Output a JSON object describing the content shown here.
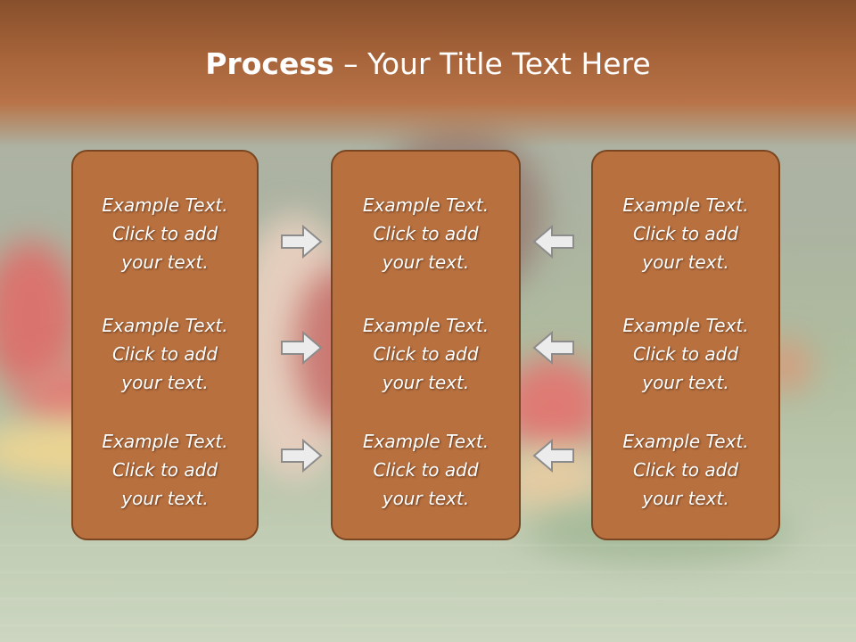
{
  "header": {
    "title_bold": "Process",
    "title_rest": " – Your Title Text Here"
  },
  "columns": [
    {
      "items": [
        {
          "line1": "Example Text.",
          "line2": "Click  to add",
          "line3": "your text."
        },
        {
          "line1": "Example Text.",
          "line2": "Click  to add",
          "line3": "your text."
        },
        {
          "line1": "Example Text.",
          "line2": "Click  to add",
          "line3": "your text."
        }
      ]
    },
    {
      "items": [
        {
          "line1": "Example Text.",
          "line2": "Click  to add",
          "line3": "your text."
        },
        {
          "line1": "Example Text.",
          "line2": "Click  to add",
          "line3": "your text."
        },
        {
          "line1": "Example Text.",
          "line2": "Click  to add",
          "line3": "your text."
        }
      ]
    },
    {
      "items": [
        {
          "line1": "Example Text.",
          "line2": "Click  to add",
          "line3": "your text."
        },
        {
          "line1": "Example Text.",
          "line2": "Click  to add",
          "line3": "your text."
        },
        {
          "line1": "Example Text.",
          "line2": "Click  to add",
          "line3": "your text."
        }
      ]
    }
  ],
  "arrows": {
    "left_group": "arrow-right-icon",
    "right_group": "arrow-left-icon"
  },
  "colors": {
    "header": "#a8643a",
    "box_fill": "#b8703f",
    "box_border": "#7a4622",
    "text": "#ffffff"
  }
}
